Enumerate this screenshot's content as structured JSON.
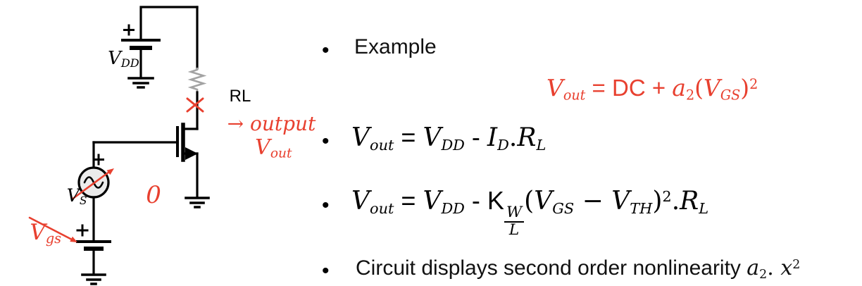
{
  "colors": {
    "red": "#e8402f",
    "ink": "#000000",
    "body_text": "#111111",
    "resistor": "#a3a3a3",
    "source_fill": "#ebebeb"
  },
  "diagram": {
    "labels": {
      "vdd": {
        "base": "V",
        "sub": "DD"
      },
      "rl": "RL",
      "output_arrow": "→",
      "output_word": "output",
      "vout": {
        "base": "V",
        "sub": "out"
      },
      "vs": {
        "base": "V",
        "sub": "S"
      },
      "zero": "0",
      "vgs": {
        "base": "V",
        "sub": "gs"
      }
    }
  },
  "content": {
    "bullet_char": "•",
    "example_label": "Example",
    "red_equation": [
      {
        "t": "V",
        "c": "i"
      },
      {
        "t": "out",
        "c": "sub"
      },
      {
        "t": " = ",
        "c": "s"
      },
      {
        "t": "DC",
        "c": "s"
      },
      {
        "t": " + ",
        "c": "s"
      },
      {
        "t": "a",
        "c": "i"
      },
      {
        "t": "2",
        "c": "subu"
      },
      {
        "t": "(",
        "c": "r"
      },
      {
        "t": "V",
        "c": "i"
      },
      {
        "t": "GS",
        "c": "sub"
      },
      {
        "t": ")",
        "c": "r"
      },
      {
        "t": "2",
        "c": "sup"
      }
    ],
    "equation2": [
      {
        "t": "V",
        "c": "i"
      },
      {
        "t": "out",
        "c": "sub"
      },
      {
        "t": " = ",
        "c": "s"
      },
      {
        "t": "V",
        "c": "i"
      },
      {
        "t": "DD",
        "c": "sub"
      },
      {
        "t": " - ",
        "c": "s"
      },
      {
        "t": "I",
        "c": "i"
      },
      {
        "t": "D",
        "c": "sub"
      },
      {
        "t": ".",
        "c": "r"
      },
      {
        "t": "R",
        "c": "i"
      },
      {
        "t": "L",
        "c": "sub"
      }
    ],
    "equation3": [
      {
        "t": "V",
        "c": "i"
      },
      {
        "t": "out",
        "c": "sub"
      },
      {
        "t": " = ",
        "c": "s"
      },
      {
        "t": "V",
        "c": "i"
      },
      {
        "t": "DD",
        "c": "sub"
      },
      {
        "t": " - ",
        "c": "s"
      },
      {
        "t": "K",
        "c": "s"
      },
      {
        "f": [
          "W",
          "L"
        ]
      },
      {
        "t": "(",
        "c": "r"
      },
      {
        "t": "V",
        "c": "i"
      },
      {
        "t": "GS",
        "c": "sub"
      },
      {
        "t": " − ",
        "c": "r"
      },
      {
        "t": "V",
        "c": "i"
      },
      {
        "t": "TH",
        "c": "sub"
      },
      {
        "t": ")",
        "c": "r"
      },
      {
        "t": "2",
        "c": "sup"
      },
      {
        "t": ".",
        "c": "r"
      },
      {
        "t": "R",
        "c": "i"
      },
      {
        "t": "L",
        "c": "sub"
      }
    ],
    "bullet4": [
      {
        "t": "Circuit displays second order nonlinearity ",
        "c": "s"
      },
      {
        "t": "a",
        "c": "i"
      },
      {
        "t": "2",
        "c": "subu"
      },
      {
        "t": ". ",
        "c": "r"
      },
      {
        "t": "x",
        "c": "i"
      },
      {
        "t": "2",
        "c": "sup"
      }
    ]
  }
}
